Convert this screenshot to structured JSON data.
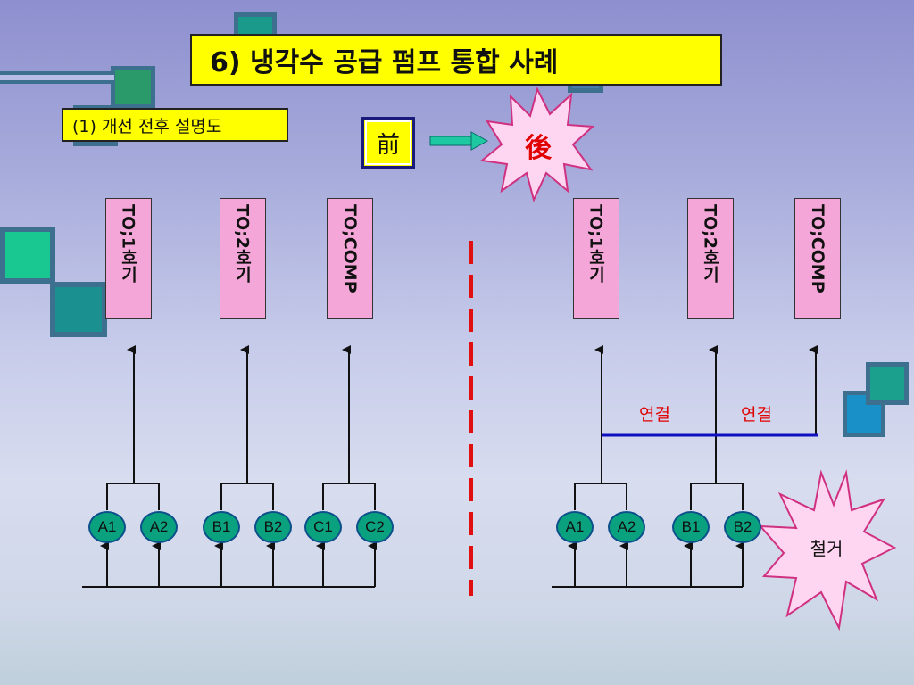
{
  "title": "6) 냉각수 공급  펌프 통합 사례",
  "subtitle": "(1) 개선 전후 설명도",
  "before_label": "前",
  "after_label": "後",
  "removed_label": "철거",
  "connect_label": "연결",
  "before": {
    "destinations": [
      "TO;1호기",
      "TO;2호기",
      "TO;COMP"
    ],
    "pumps": [
      "A1",
      "A2",
      "B1",
      "B2",
      "C1",
      "C2"
    ]
  },
  "after": {
    "destinations": [
      "TO;1호기",
      "TO;2호기",
      "TO;COMP"
    ],
    "pumps": [
      "A1",
      "A2",
      "B1",
      "B2"
    ],
    "connections": [
      "연결",
      "연결"
    ]
  },
  "colors": {
    "title_bg": "#ffff00",
    "destination_bg": "#f5a6d8",
    "pump_fill": "#0aa27e",
    "divider": "#e01010",
    "connector": "#1010c0",
    "burst_fill": "#ffd6f2",
    "burst_text": "#e00000"
  }
}
